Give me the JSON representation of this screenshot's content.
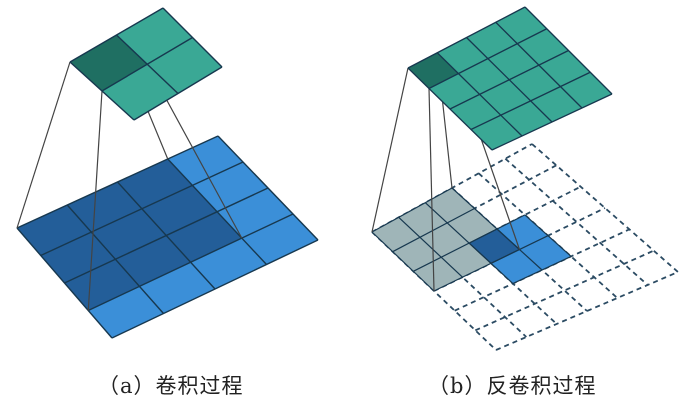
{
  "captions": {
    "a": "（a）卷积过程",
    "b": "（b）反卷积过程"
  },
  "colors": {
    "input_blue": "#2f74b8",
    "input_blue_light": "#3b8fd8",
    "input_blue_dark": "#235e99",
    "output_teal": "#3aa895",
    "output_teal_dark": "#1f6f62",
    "gray_tile": "#9fb5b8",
    "grid_line": "#17384f",
    "dash_line": "#2b4b63",
    "frustum_line": "#444444"
  },
  "panel_a": {
    "input_grid": 4,
    "output_grid": 2,
    "kernel": 3
  },
  "panel_b": {
    "input_grid": 2,
    "padded_grid": 6,
    "output_grid": 4,
    "kernel": 3
  }
}
